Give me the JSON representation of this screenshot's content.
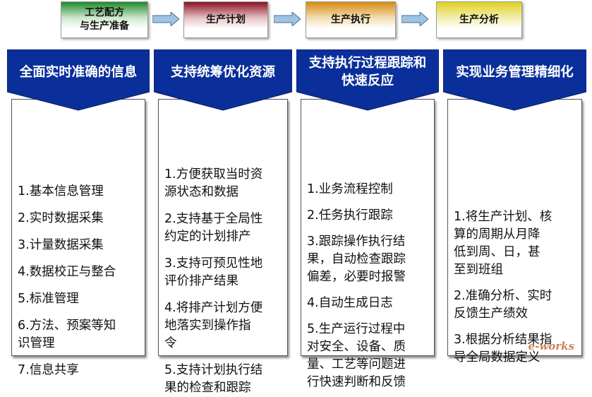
{
  "flow": {
    "stage1": {
      "line1": "工艺配方",
      "line2": "与生产准备"
    },
    "stage2": {
      "label": "生产计划"
    },
    "stage3": {
      "label": "生产执行"
    },
    "stage4": {
      "label": "生产分析"
    }
  },
  "columns": [
    {
      "title": "全面实时准确的信息",
      "items": [
        "1.基本信息管理",
        "2.实时数据采集",
        "3.计量数据采集",
        "4.数据校正与整合",
        "5.标准管理",
        "6.方法、预案等知\n识管理",
        "7.信息共享"
      ]
    },
    {
      "title": "支持统筹优化资源",
      "items": [
        "1.方便获取当时资\n源状态和数据",
        "2.支持基于全局性\n约定的计划排产",
        "3.支持可预见性地\n评价排产结果",
        "4.将排产计划方便\n地落实到操作指\n令",
        "5.支持计划执行结\n果的检查和跟踪"
      ]
    },
    {
      "title": "支持执行过程跟踪和\n快速反应",
      "items": [
        "1.业务流程控制",
        "2.任务执行跟踪",
        "3.跟踪操作执行结\n果，自动检查跟踪\n偏差，必要时报警",
        "4.自动生成日志",
        "5.生产运行过程中\n对安全、设备、质\n量、工艺等问题进\n行快速判断和反馈"
      ]
    },
    {
      "title": "实现业务管理精细化",
      "items": [
        "1.将生产计划、核\n算的周期从月降\n低到周、日，甚\n至到班组",
        "2.准确分析、实时\n反馈生产绩效",
        "3.根据分析结果指\n导全局数据定义"
      ]
    }
  ],
  "watermark": "e-works",
  "colors": {
    "header_blue": "#0a2f9a",
    "stage1": "#1f8a2a",
    "stage2": "#8a1020",
    "stage3": "#d68a10",
    "stage4": "#e0d020",
    "arrow": "#9ec4e4"
  }
}
